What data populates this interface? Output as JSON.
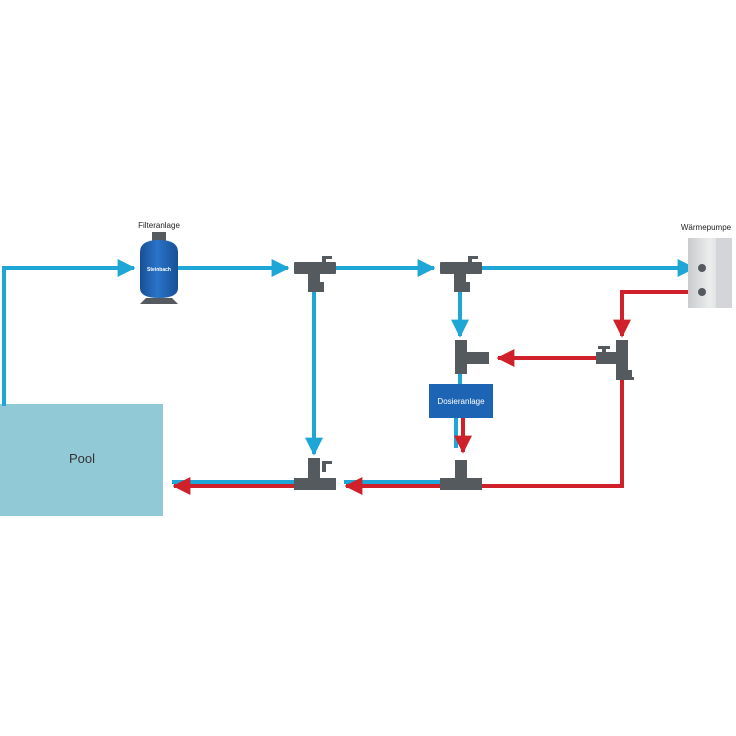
{
  "labels": {
    "filter": "Filteranlage",
    "heat_pump": "Wärmepumpe",
    "pool": "Pool",
    "dosing": "Dosieranlage",
    "filter_brand": "Steinbach"
  },
  "colors": {
    "cold_line": "#1ea6d6",
    "hot_line": "#d0202a",
    "fitting": "#555a5f",
    "pool": "#92c9d6",
    "filter_tank": "#1f5fb0",
    "dosing_box": "#1d64b4",
    "heat_pump_body": "#e3e4e6"
  }
}
